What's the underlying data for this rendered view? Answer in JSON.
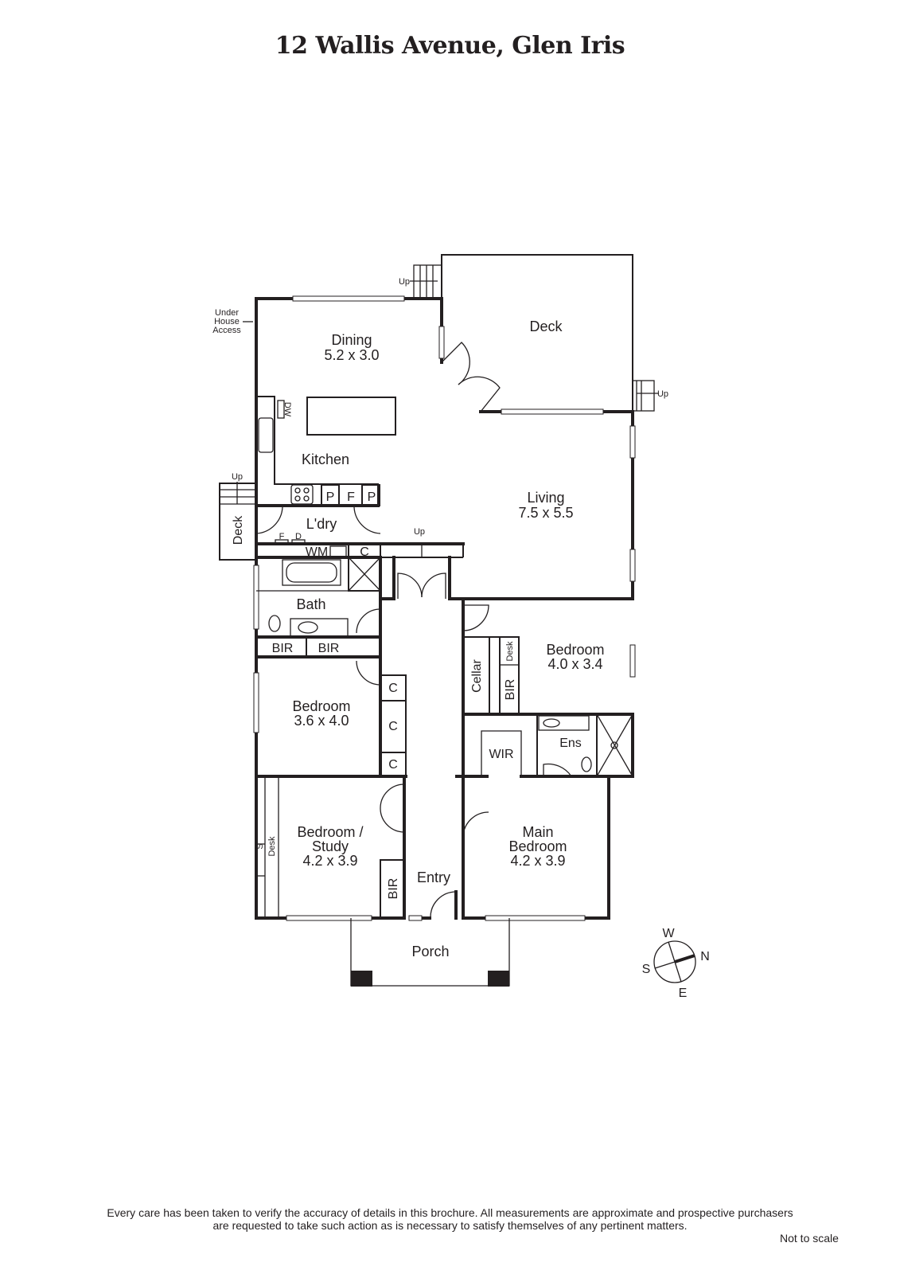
{
  "title": "12 Wallis Avenue, Glen Iris",
  "rooms": {
    "dining": {
      "name": "Dining",
      "size": "5.2 x 3.0"
    },
    "deck_main": "Deck",
    "kitchen": "Kitchen",
    "living": {
      "name": "Living",
      "size": "7.5 x 5.5"
    },
    "laundry": "L'dry",
    "deck_side": "Deck",
    "bath": "Bath",
    "bedroom2": {
      "name": "Bedroom",
      "size": "3.6 x 4.0"
    },
    "bedroom_study": {
      "name1": "Bedroom /",
      "name2": "Study",
      "size": "4.2 x 3.9"
    },
    "bedroom3": {
      "name": "Bedroom",
      "size": "4.0 x 3.4"
    },
    "main_bedroom": {
      "name1": "Main",
      "name2": "Bedroom",
      "size": "4.2 x 3.9"
    },
    "entry": "Entry",
    "porch": "Porch",
    "ensuite": "Ens",
    "wir": "WIR",
    "cellar": "Cellar"
  },
  "fixtures": {
    "bir": "BIR",
    "closet": "C",
    "pantry": "P",
    "fridge": "F",
    "dishwasher": "DW",
    "washing_machine": "WM",
    "freezer": "F",
    "dryer": "D",
    "desk": "Desk",
    "shelf": "S"
  },
  "annotations": {
    "up": "Up",
    "under_house": [
      "Under",
      "House",
      "Access"
    ]
  },
  "compass": {
    "w": "W",
    "n": "N",
    "s": "S",
    "e": "E"
  },
  "disclaimer": [
    "Every care has been taken to verify the accuracy of details in this brochure.  All measurements are approximate and prospective purchasers",
    "are requested to take such action as is necessary to satisfy themselves of any pertinent matters."
  ],
  "scale_note": "Not to scale"
}
